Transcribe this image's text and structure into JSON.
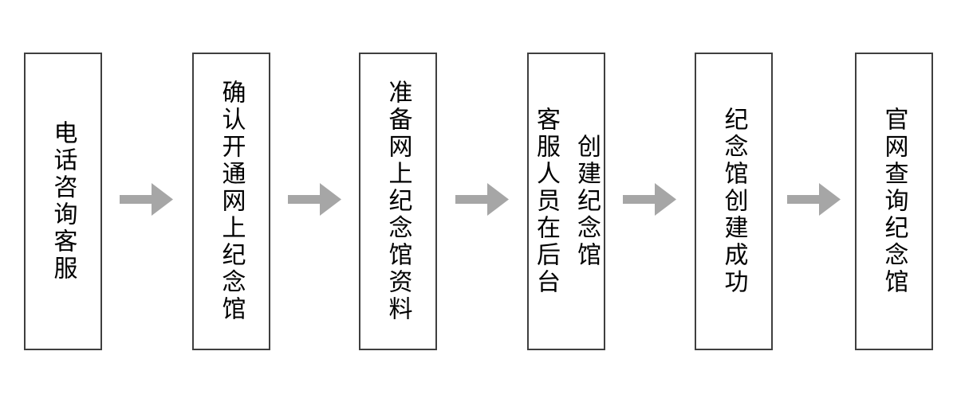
{
  "flowchart": {
    "type": "horizontal-process-flow",
    "steps": [
      {
        "label": "电话咨询客服"
      },
      {
        "label": "确认开通网上纪念馆"
      },
      {
        "label": "准备网上纪念馆资料"
      },
      {
        "label": "客服人员在后台\n创建纪念馆"
      },
      {
        "label": "纪念馆创建成功"
      },
      {
        "label": "官网查询纪念馆"
      }
    ],
    "connector": {
      "icon": "arrow-right-icon",
      "direction": "right",
      "count": 5
    },
    "colors": {
      "background": "#ffffff",
      "box_border": "#3f3f3f",
      "box_fill": "#ffffff",
      "text": "#000000",
      "arrow": "#a6a6a6"
    }
  }
}
